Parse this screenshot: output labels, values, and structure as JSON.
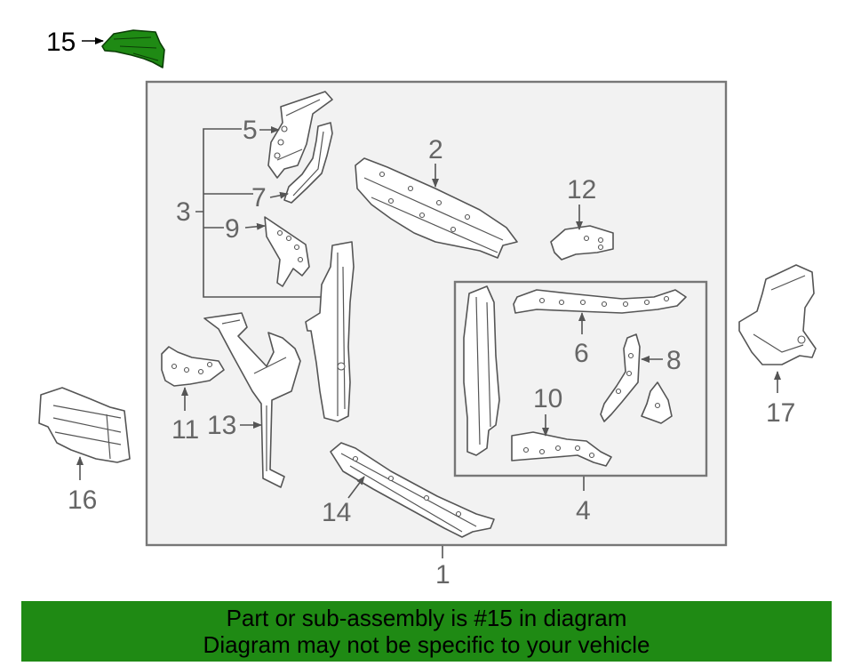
{
  "highlight_color": "#1f8a14",
  "labels": {
    "l1": "1",
    "l2": "2",
    "l3": "3",
    "l4": "4",
    "l5": "5",
    "l6": "6",
    "l7": "7",
    "l8": "8",
    "l9": "9",
    "l10": "10",
    "l11": "11",
    "l12": "12",
    "l13": "13",
    "l14": "14",
    "l15": "15",
    "l16": "16",
    "l17": "17"
  },
  "banner": {
    "line1": "Part or sub-assembly is #15 in diagram",
    "line2": "Diagram may not be specific to your vehicle"
  }
}
